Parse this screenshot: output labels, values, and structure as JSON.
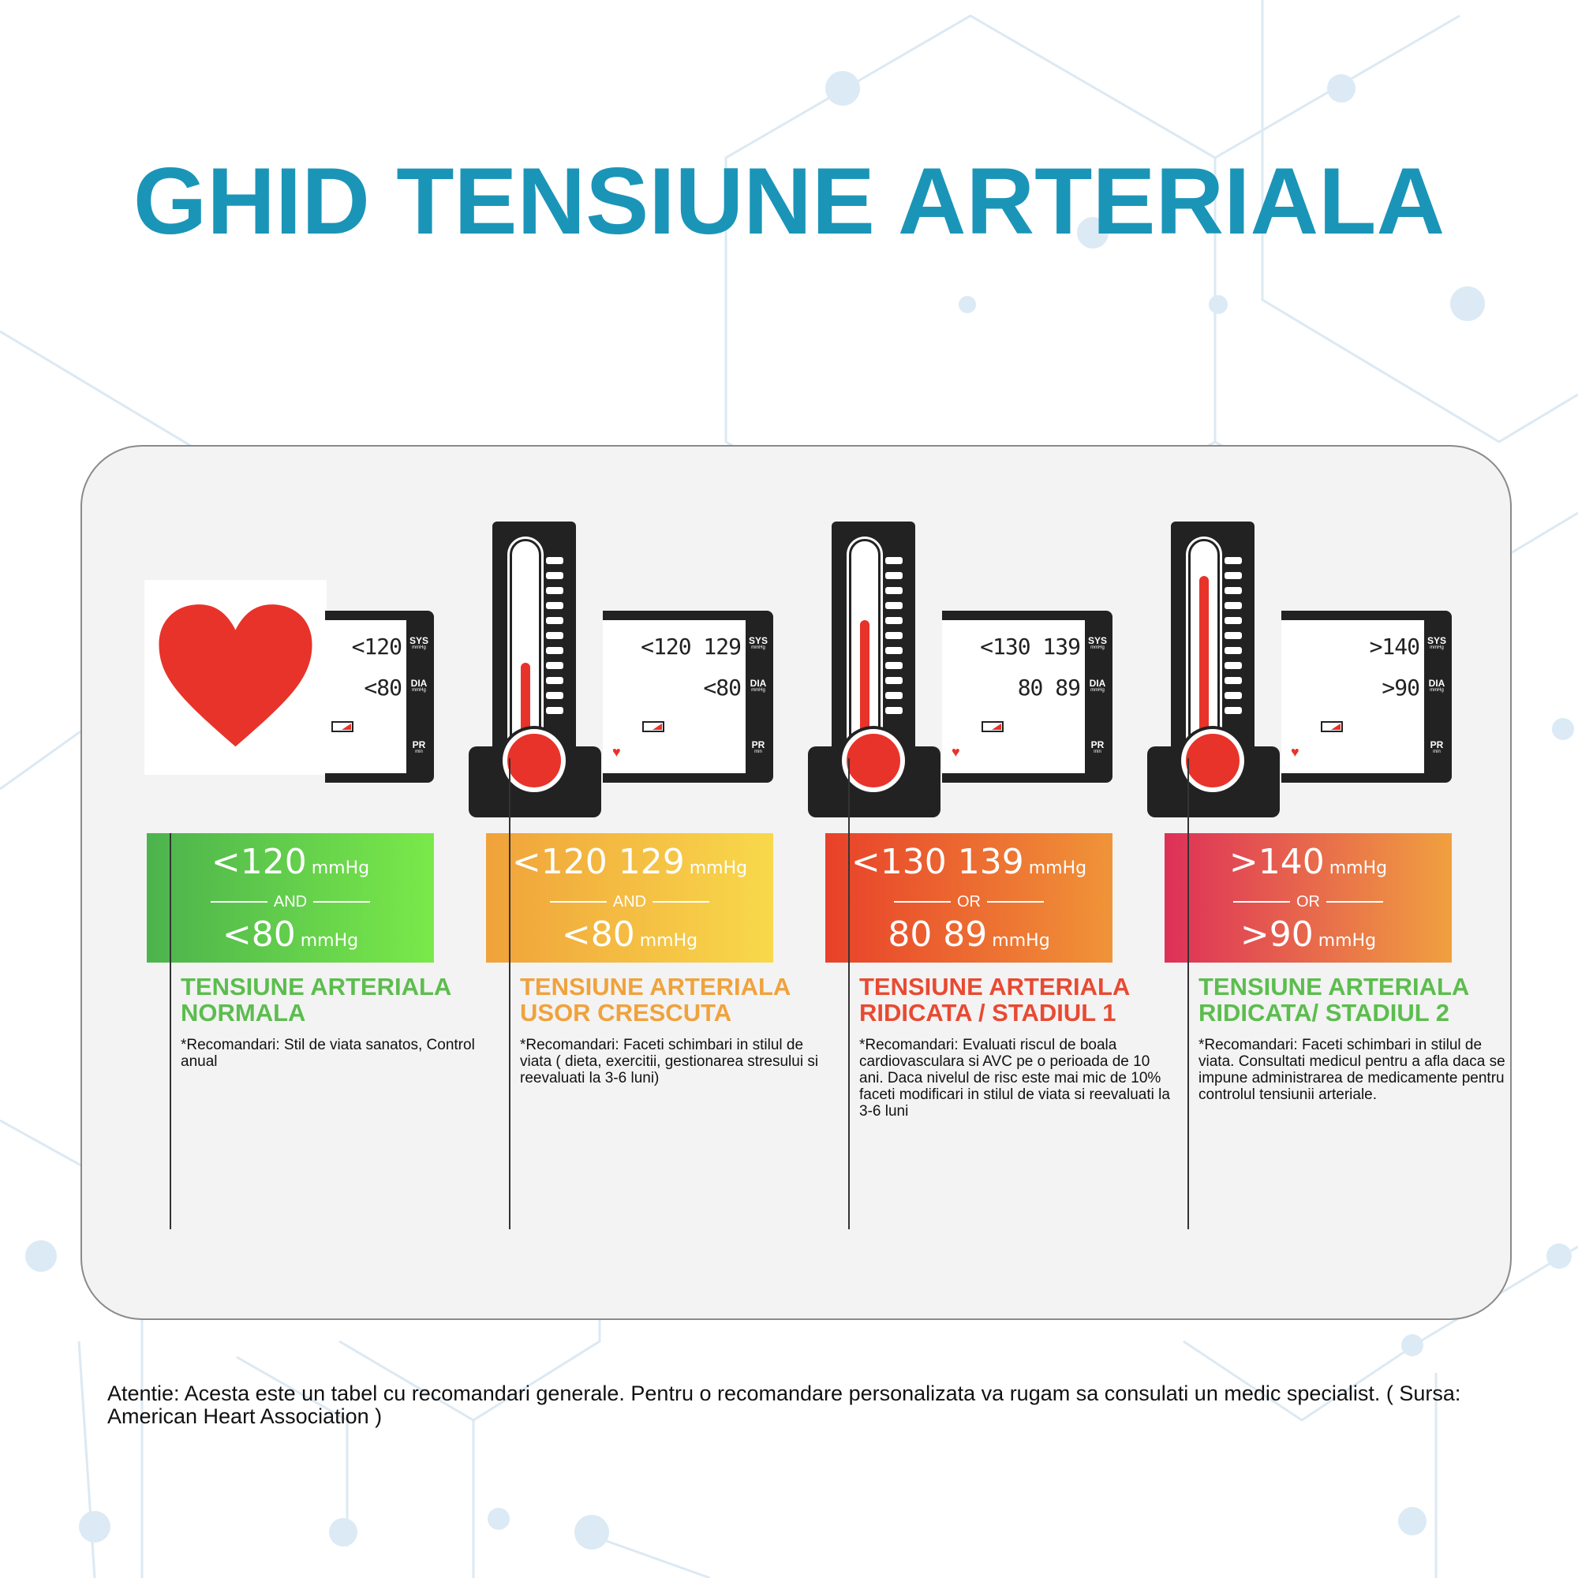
{
  "title": "GHID TENSIUNE ARTERIALA",
  "columns": [
    {
      "icon": "heart",
      "sys": "<120",
      "dia": "<80",
      "range_top": "<120",
      "range_mid": "AND",
      "range_bottom": "<80",
      "unit": "mmHg",
      "heading": "TENSIUNE ARTERIALA NORMALA",
      "heading_color": "#5cbd4e",
      "grad": [
        "#4cb34d",
        "#7ae94a"
      ],
      "recommendation": "*Recomandari: Stil de viata sanatos, Control anual"
    },
    {
      "icon": "thermometer",
      "thermometer_level": 0.37,
      "sys": "<120 129",
      "dia": "<80",
      "range_top": "<120 129",
      "range_mid": "AND",
      "range_bottom": "<80",
      "unit": "mmHg",
      "heading": "TENSIUNE ARTERIALA USOR CRESCUTA",
      "heading_color": "#f0a23c",
      "grad": [
        "#f0a23a",
        "#f8d94b"
      ],
      "recommendation": "*Recomandari: Faceti schimbari in stilul de viata ( dieta, exercitii, gestionarea stresului si reevaluati la 3-6 luni)"
    },
    {
      "icon": "thermometer",
      "thermometer_level": 0.59,
      "sys": "<130 139",
      "dia": "80 89",
      "range_top": "<130 139",
      "range_mid": "OR",
      "range_bottom": "80 89",
      "unit": "mmHg",
      "heading": "TENSIUNE ARTERIALA RIDICATA / STADIUL 1",
      "heading_color": "#e84a32",
      "grad": [
        "#e8412a",
        "#f09438"
      ],
      "recommendation": "*Recomandari: Evaluati riscul de boala cardiovasculara si AVC pe o perioada de 10 ani. Daca nivelul de risc este mai mic de 10% faceti modificari in stilul de viata si reevaluati la 3-6 luni"
    },
    {
      "icon": "thermometer",
      "thermometer_level": 0.82,
      "sys": ">140",
      "dia": ">90",
      "range_top": ">140",
      "range_mid": "OR",
      "range_bottom": ">90",
      "unit": "mmHg",
      "heading": "TENSIUNE ARTERIALA RIDICATA/ STADIUL 2",
      "heading_color": "#5cbd4e",
      "grad": [
        "#de3058",
        "#f0a040"
      ],
      "recommendation": "*Recomandari: Faceti schimbari in stilul de viata. Consultati medicul pentru a afla daca se impune administrarea de medicamente pentru controlul tensiunii arteriale."
    }
  ],
  "monitor_labels": {
    "sys": "SYS",
    "dia": "DIA",
    "pr": "PR",
    "mmhg": "mmHg",
    "min": "min"
  },
  "footer": "Atentie: Acesta este un tabel cu recomandari generale. Pentru o recomandare personalizata va rugam sa consulati un medic specialist. ( Sursa: American Heart Association )"
}
